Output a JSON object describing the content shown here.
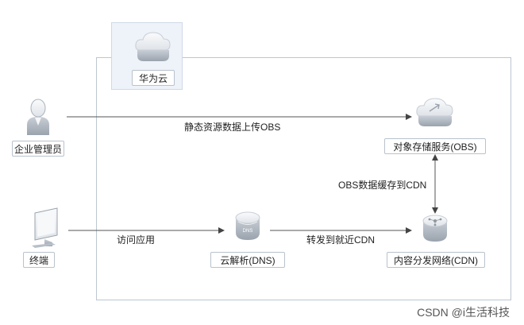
{
  "nodes": {
    "huawei_cloud": "华为云",
    "enterprise_admin": "企业管理员",
    "terminal": "终端",
    "dns": "云解析(DNS)",
    "obs": "对象存储服务(OBS)",
    "cdn": "内容分发网络(CDN)"
  },
  "flows": {
    "upload_obs": "静态资源数据上传OBS",
    "cache_cdn": "OBS数据缓存到CDN",
    "access_app": "访问应用",
    "forward_cdn": "转发到就近CDN"
  },
  "dns_icon_text": "DNS",
  "watermark": "CSDN @i生活科技"
}
